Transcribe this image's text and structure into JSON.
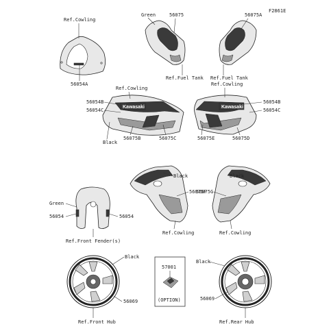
{
  "figure_code": "F2861E",
  "labels": {
    "ref_cowling_top": "Ref.Cowling",
    "part_56054A": "56054A",
    "green_top": "Green",
    "part_56075_left": "56075",
    "part_56075A": "56075A",
    "ref_fuel_tank_left": "Ref.Fuel Tank",
    "ref_fuel_tank_right": "Ref.Fuel Tank",
    "ref_cowling_mid_left": "Ref.Cowling",
    "ref_cowling_mid_right": "Ref.Cowling",
    "part_56054B_left": "56054B",
    "part_56054C_left": "56054C",
    "part_56054B_right": "56054B",
    "part_56054C_right": "56054C",
    "black_mid_left": "Black",
    "part_56075B": "56075B",
    "part_56075C": "56075C",
    "part_56075E": "56075E",
    "part_56075D": "56075D",
    "black_fairing_left": "Black",
    "black_fairing_right": "Black",
    "part_56075F": "56075F",
    "part_56075G": "56075G",
    "ref_cowling_bottom_left": "Ref.Cowling",
    "ref_cowling_bottom_right": "Ref.Cowling",
    "green_fender": "Green",
    "part_56054_left": "56054",
    "part_56054_right": "56054",
    "ref_front_fender": "Ref.Front Fender(s)",
    "black_wheel_front": "Black",
    "black_wheel_rear": "Black",
    "part_57001": "57001",
    "option": "(OPTION)",
    "part_56069_front": "56069",
    "part_56069_rear": "56069",
    "ref_front_hub": "Ref.Front Hub",
    "ref_rear_hub": "Ref.Rear Hub"
  },
  "decal_text": "Kawasaki",
  "colors": {
    "line": "#333333",
    "panel": "#e8e8e8",
    "stripe": "#3a3a3a"
  }
}
